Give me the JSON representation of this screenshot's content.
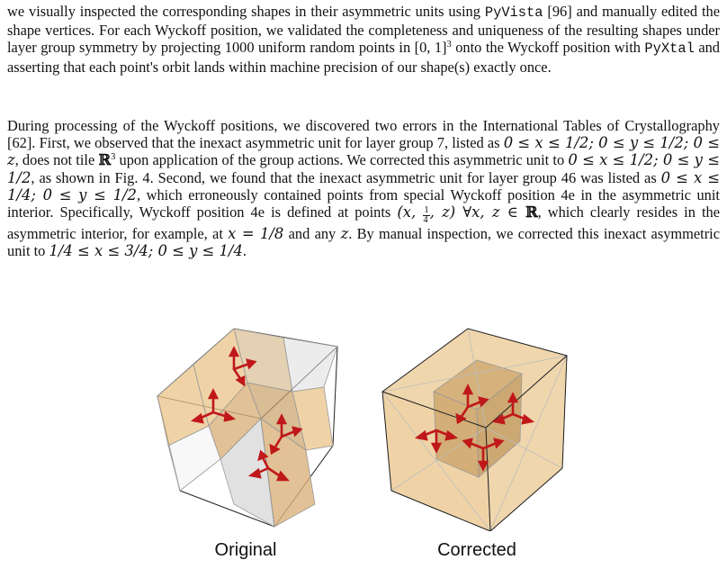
{
  "paragraph1": {
    "t1": "we visually inspected the corresponding shapes in their asymmetric units using ",
    "pyvista": "PyVista",
    "t2": " [96] and manually edited the shape vertices. For each Wyckoff position, we validated the completeness and uniqueness of the resulting shapes under layer group symmetry by projecting 1000 uniform random points in ",
    "interval": "[0, 1]",
    "exp": "3",
    "t3": " onto the Wyckoff position with ",
    "pyxtal": "PyXtal",
    "t4": " and asserting that each point's orbit lands within machine precision of our shape(s) exactly once."
  },
  "paragraph2": {
    "t1": "During processing of the Wyckoff positions, we discovered two errors in the International Tables of Crystallography [62]. First, we observed that the inexact asymmetric unit for layer group 7, listed as ",
    "m1": "0 ≤ x ≤ 1/2; 0 ≤ y ≤ 1/2; 0 ≤ z",
    "t2": ", does not tile ",
    "reals": "ℝ",
    "exp": "3",
    "t3": " upon application of the group actions. We corrected this asymmetric unit to ",
    "m2": "0 ≤ x ≤ 1/2; 0 ≤ y ≤ 1/2",
    "t4": ", as shown in Fig. 4. Second, we found that the inexact asymmetric unit for layer group 46 was listed as ",
    "m3": "0 ≤ x ≤ 1/4; 0 ≤ y ≤ 1/2",
    "t5": ", which erroneously contained points from special Wyckoff position 4e in the asymmetric unit interior. Specifically, Wyckoff position 4e is defined at points ",
    "m4a": "(x, ",
    "frac_num": "1",
    "frac_den": "4",
    "m4b": ", z) ∀x, z ∈ ",
    "m4c": "ℝ",
    "t6": ", which clearly resides in the asymmetric interior, for example, at ",
    "m5": "x = 1/8",
    "t7": " and any ",
    "m6": "z",
    "t8": ". By manual inspection, we corrected this inexact asymmetric unit to ",
    "m7": "1/4 ≤ x ≤ 3/4; 0 ≤ y ≤ 1/4",
    "t9": "."
  },
  "figure": {
    "caption_original": "Original",
    "caption_corrected": "Corrected",
    "colors": {
      "fill": "#e9c48a",
      "fill_dark": "#c9a166",
      "edge": "#222222",
      "arrow": "#c0181a",
      "grey": "#a9a9a9"
    }
  }
}
